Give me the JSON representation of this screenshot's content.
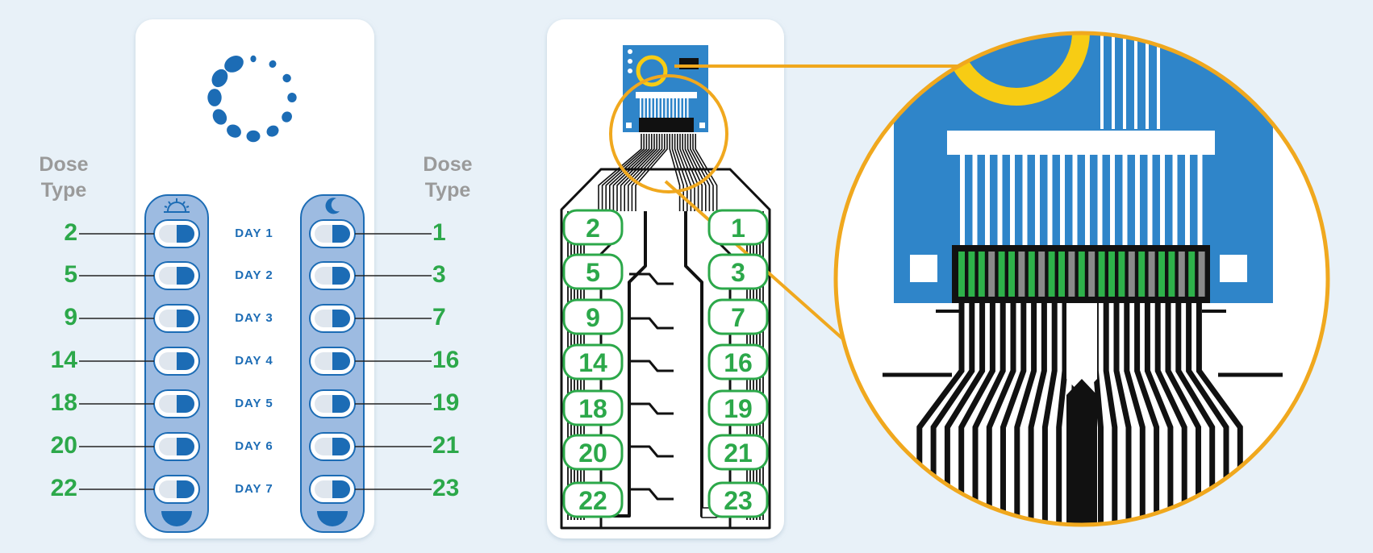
{
  "pack": {
    "left_heading": "Dose\nType",
    "right_heading": "Dose\nType",
    "days": [
      "DAY 1",
      "DAY 2",
      "DAY 3",
      "DAY 4",
      "DAY 5",
      "DAY 6",
      "DAY 7"
    ],
    "am_dose_numbers": [
      "2",
      "5",
      "9",
      "14",
      "18",
      "20",
      "22"
    ],
    "pm_dose_numbers": [
      "1",
      "3",
      "7",
      "16",
      "19",
      "21",
      "23"
    ],
    "am_icon": "sunrise-icon",
    "pm_icon": "moon-icon",
    "top_icon": "loading-spinner-icon"
  },
  "circuit": {
    "left_pads": [
      "2",
      "5",
      "9",
      "14",
      "18",
      "20",
      "22"
    ],
    "right_pads": [
      "1",
      "3",
      "7",
      "16",
      "19",
      "21",
      "23"
    ]
  },
  "colors": {
    "background": "#e8f1f8",
    "card": "#ffffff",
    "blister_column": "#9dbbe1",
    "blister_border": "#1c6cb5",
    "dose_green": "#2ca84a",
    "heading_gray": "#9a9a9a",
    "pcb_blue": "#2f85c9",
    "zoom_ring": "#f0a81e",
    "highlight_yellow": "#f7cc14",
    "trace_black": "#111111"
  }
}
